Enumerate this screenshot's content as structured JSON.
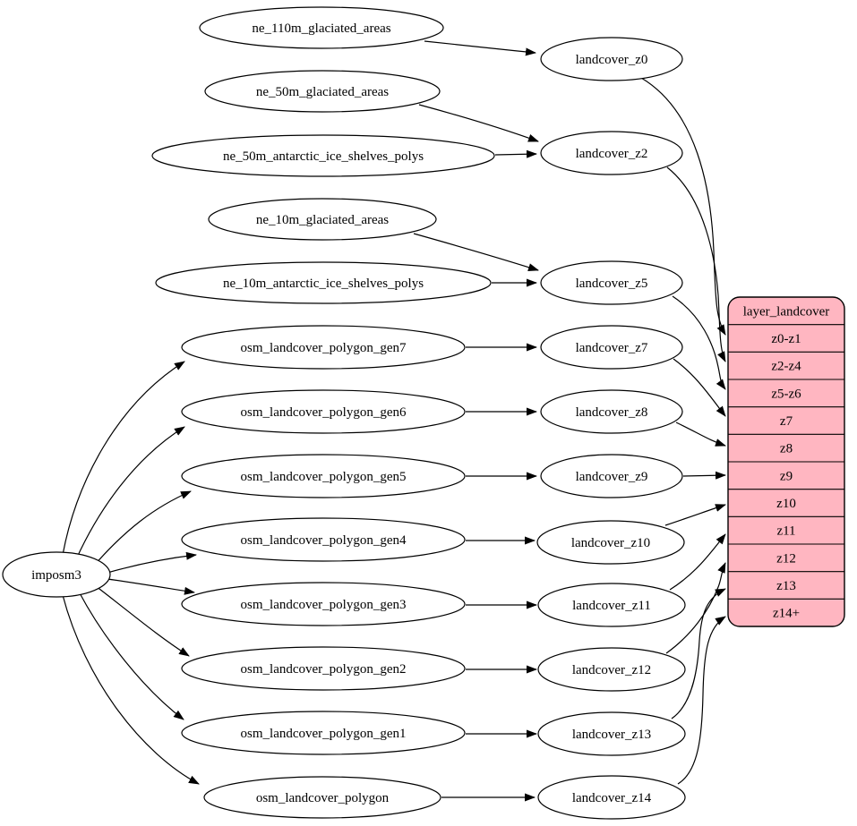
{
  "colors": {
    "table_fill": "#ffb6c1",
    "node_fill": "#ffffff",
    "stroke": "#000000",
    "background": "#ffffff"
  },
  "graph": {
    "root": {
      "label": "imposm3"
    },
    "sources": [
      {
        "label": "ne_110m_glaciated_areas"
      },
      {
        "label": "ne_50m_glaciated_areas"
      },
      {
        "label": "ne_50m_antarctic_ice_shelves_polys"
      },
      {
        "label": "ne_10m_glaciated_areas"
      },
      {
        "label": "ne_10m_antarctic_ice_shelves_polys"
      },
      {
        "label": "osm_landcover_polygon_gen7"
      },
      {
        "label": "osm_landcover_polygon_gen6"
      },
      {
        "label": "osm_landcover_polygon_gen5"
      },
      {
        "label": "osm_landcover_polygon_gen4"
      },
      {
        "label": "osm_landcover_polygon_gen3"
      },
      {
        "label": "osm_landcover_polygon_gen2"
      },
      {
        "label": "osm_landcover_polygon_gen1"
      },
      {
        "label": "osm_landcover_polygon"
      }
    ],
    "zoom_tables": [
      {
        "label": "landcover_z0"
      },
      {
        "label": "landcover_z2"
      },
      {
        "label": "landcover_z5"
      },
      {
        "label": "landcover_z7"
      },
      {
        "label": "landcover_z8"
      },
      {
        "label": "landcover_z9"
      },
      {
        "label": "landcover_z10"
      },
      {
        "label": "landcover_z11"
      },
      {
        "label": "landcover_z12"
      },
      {
        "label": "landcover_z13"
      },
      {
        "label": "landcover_z14"
      }
    ],
    "layer_table": {
      "title": "layer_landcover",
      "rows": [
        "z0-z1",
        "z2-z4",
        "z5-z6",
        "z7",
        "z8",
        "z9",
        "z10",
        "z11",
        "z12",
        "z13",
        "z14+"
      ]
    }
  }
}
